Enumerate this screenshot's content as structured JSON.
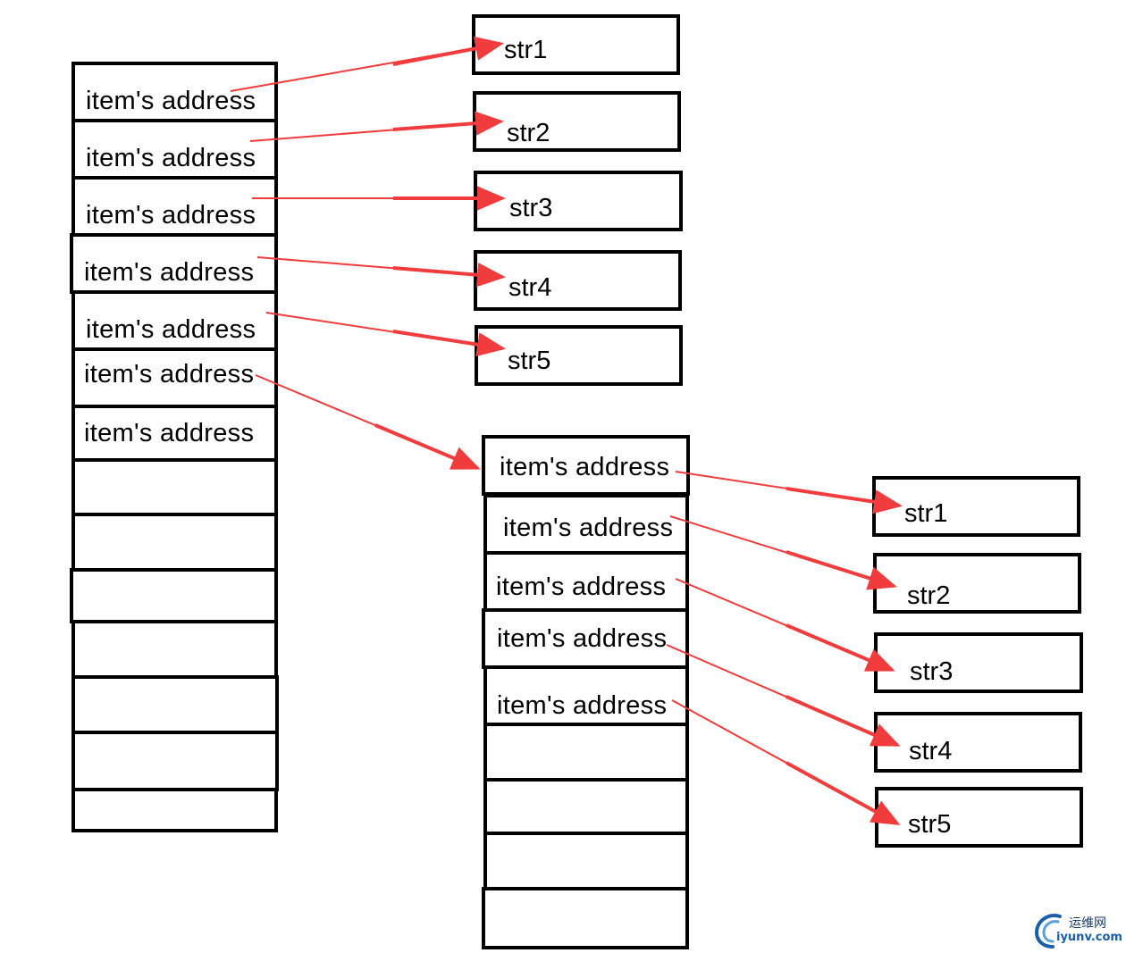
{
  "left_array": {
    "cells": [
      "item's address",
      "item's address",
      "item's address",
      "item's address",
      "item's address",
      "item's address",
      "item's address",
      "",
      "",
      "",
      "",
      "",
      "",
      ""
    ]
  },
  "top_strings": [
    "str1",
    "str2",
    "str3",
    "str4",
    "str5"
  ],
  "right_array": {
    "cells": [
      "item's address",
      "item's address",
      "item's address",
      "item's address",
      "item's address",
      "",
      "",
      "",
      ""
    ]
  },
  "bottom_strings": [
    "str1",
    "str2",
    "str3",
    "str4",
    "str5"
  ],
  "colors": {
    "arrow": "#f03c3c",
    "border": "#000000",
    "watermark": "#1a5fa8"
  },
  "watermark": {
    "cn": "运维网",
    "en": "iyunv.com"
  }
}
